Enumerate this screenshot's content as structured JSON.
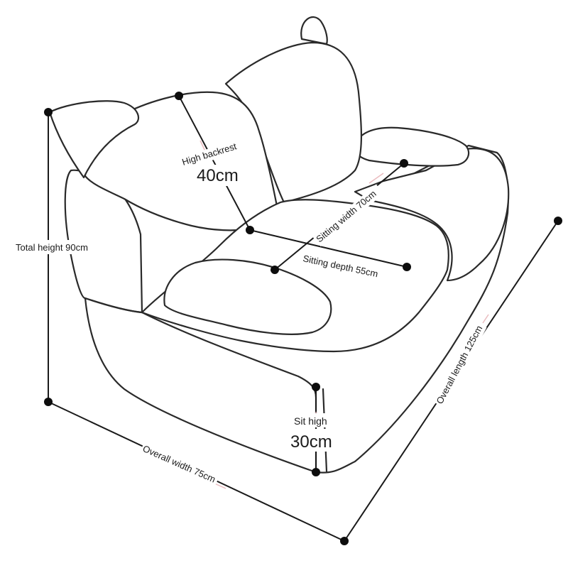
{
  "labels": {
    "total_height": "Total height 90cm",
    "backrest_title": "High backrest",
    "backrest_value": "40cm",
    "sitting_width": "Sitting width 70cm",
    "sitting_depth": "Sitting depth 55cm",
    "overall_length": "Overall length 125cm",
    "overall_width": "Overall width 75cm",
    "sit_high_title": "Sit high",
    "sit_high_value": "30cm"
  },
  "colors": {
    "line": "#2a2a2a",
    "dot": "#0d0d0d",
    "accent_marks": "#e8b4b8",
    "background": "#ffffff"
  }
}
